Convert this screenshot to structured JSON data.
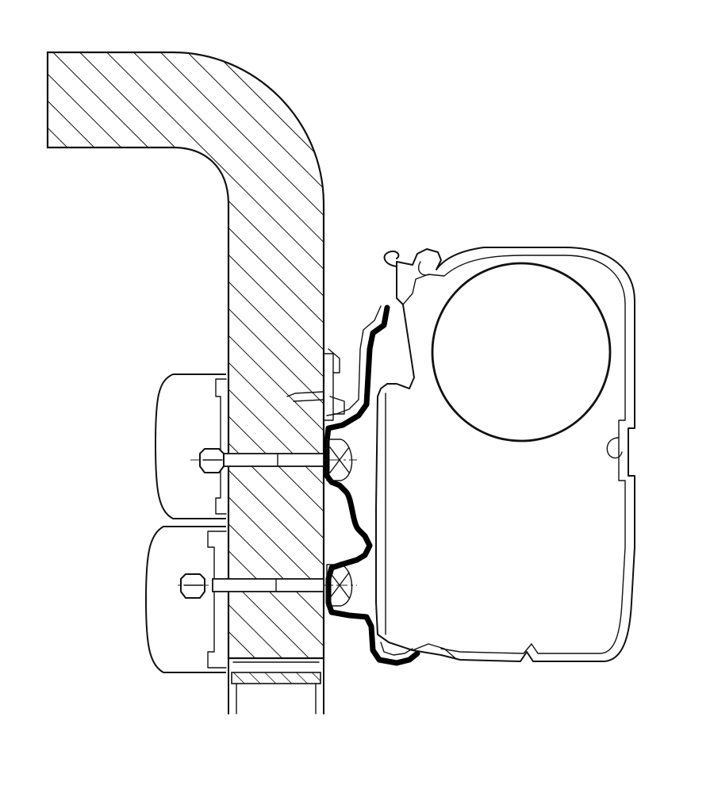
{
  "diagram": {
    "labels": [],
    "colors": {
      "line": "#111111",
      "background": "#ffffff",
      "gasket": "#000000"
    },
    "components": [
      "wall-section",
      "awning-cassette",
      "roller-tube",
      "adapter-gasket",
      "mounting-bolt",
      "mounting-bracket"
    ]
  }
}
